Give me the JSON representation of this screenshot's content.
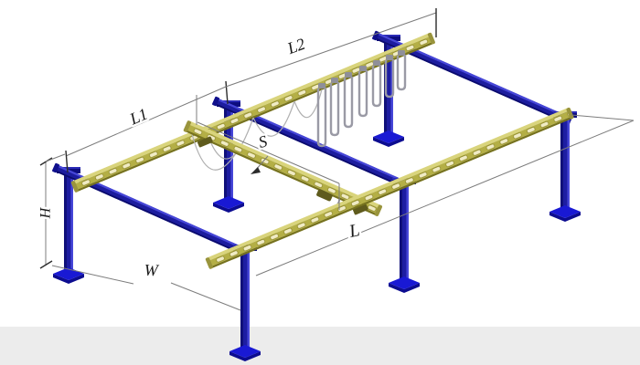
{
  "diagram": {
    "subject": "freestanding-bridge-crane-isometric-diagram",
    "dimension_labels": {
      "bay1": "L1",
      "bay2": "L2",
      "bridge_span": "S",
      "runway_length": "L",
      "column_height": "H",
      "system_width": "W"
    },
    "colors": {
      "column_blue": "#1d1da2",
      "base_plate_blue": "#1919d4",
      "cap_plate_blue": "#0d0d7e",
      "header_beam_blue": "#1c1c9e",
      "track_yellow": "#b4af46",
      "track_flange_light": "#d9d47c",
      "track_slot_cream": "#f0ebc4",
      "dimension_line_gray": "#7c7c7c",
      "label_black": "#171717",
      "festoon_gray": "#9a9aa5",
      "floor_gray": "#ececec",
      "background": "#ffffff"
    }
  }
}
